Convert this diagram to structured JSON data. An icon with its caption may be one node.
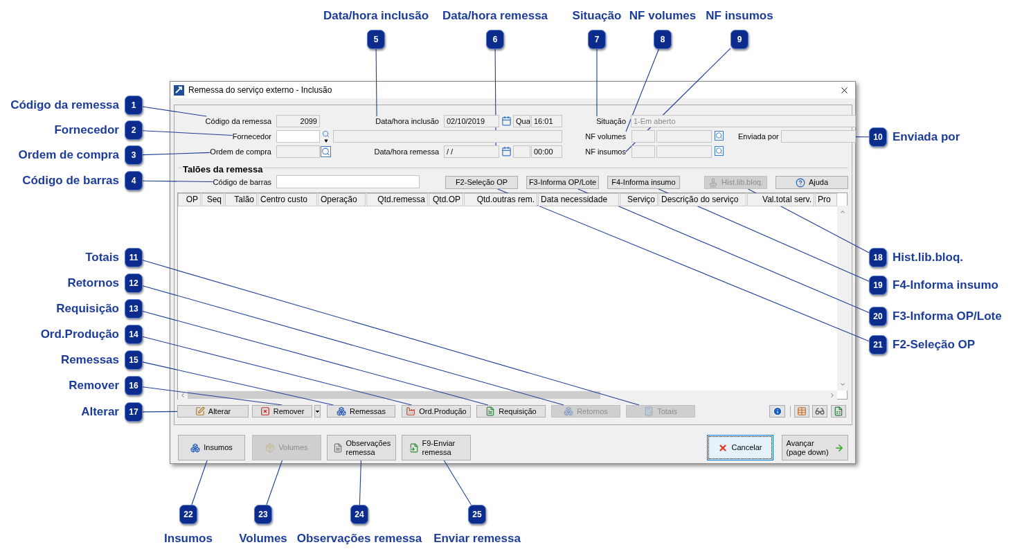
{
  "diagram": {
    "nodes": [
      {
        "text": [
          "Remessa do serviço externo - Inclusão"
        ]
      },
      {
        "text": [
          "Código da remessa"
        ],
        "in": 0
      },
      {
        "text": [
          "2099"
        ],
        "in": 0
      },
      {
        "text": [
          "Data/hora inclusão"
        ],
        "in": 0
      },
      {
        "text": [
          "02/10/2019"
        ],
        "in": 0
      },
      {
        "text": [
          "Qua"
        ],
        "in": 0
      },
      {
        "text": [
          "16:01"
        ],
        "in": 0
      },
      {
        "text": [
          "Situação"
        ],
        "in": 0
      },
      {
        "text": [
          "1-Em aberto"
        ],
        "in": 0
      },
      {
        "text": [
          "Fornecedor"
        ],
        "in": 0
      },
      {
        "text": [
          "NF volumes"
        ],
        "in": 0
      },
      {
        "text": [],
        "shape": "box",
        "in": 0
      },
      {
        "text": [
          "Ordem de compra"
        ],
        "in": 0
      },
      {
        "text": [
          "/ /"
        ],
        "in": 0
      },
      {
        "text": [
          "00:00"
        ],
        "in": 0
      },
      {
        "text": [
          "NF insumos"
        ],
        "in": 0
      },
      {
        "text": [
          "Código de barras"
        ],
        "in": 0
      },
      {
        "text": [
          "F2-Seleção OP"
        ],
        "in": 0
      },
      {
        "text": [
          "F3-Informa OP/Lote"
        ],
        "in": 0
      },
      {
        "text": [
          "F4-Informa insumo"
        ],
        "in": 0
      },
      {
        "text": [
          "Hist.lib.bloq."
        ],
        "in": 0
      },
      {
        "text": [
          "Ajuda"
        ],
        "in": 0
      },
      {
        "text": [
          "Alterar"
        ],
        "in": 0
      },
      {
        "text": [
          "Remover"
        ],
        "in": 0
      },
      {
        "text": [
          "Remessas"
        ],
        "in": 0
      },
      {
        "text": [
          "Ord.Produção"
        ],
        "in": 0
      },
      {
        "text": [
          "Requisição"
        ],
        "in": 0
      },
      {
        "text": [
          "Retornos"
        ],
        "in": 0
      },
      {
        "text": [
          "Totais"
        ],
        "in": 0
      },
      {
        "text": [
          "Insumos"
        ],
        "in": 0
      },
      {
        "text": [
          "Volumes"
        ],
        "in": 0
      },
      {
        "text": [
          "Observações remessa"
        ],
        "in": 0
      },
      {
        "text": [
          "F9-Enviar remessa"
        ],
        "in": 0
      },
      {
        "text": [
          "Cancelar"
        ],
        "in": 0
      },
      {
        "text": [
          "Avançar (page down)"
        ],
        "in": 0
      },
      {
        "text": [
          "1"
        ],
        "beside": [
          "Código da remessa"
        ]
      },
      {
        "text": [
          "2"
        ],
        "beside": [
          "Fornecedor"
        ]
      },
      {
        "text": [
          "3"
        ],
        "beside": [
          "Ordem de compra"
        ]
      },
      {
        "text": [
          "4"
        ],
        "beside": [
          "Código de barras"
        ]
      },
      {
        "text": [
          "5"
        ],
        "beside": [
          "Data/hora inclusão"
        ]
      },
      {
        "text": [
          "6"
        ],
        "beside": [
          "Data/hora remessa"
        ]
      },
      {
        "text": [
          "7"
        ],
        "beside": [
          "Situação"
        ]
      },
      {
        "text": [
          "8"
        ],
        "beside": [
          "NF volumes"
        ]
      },
      {
        "text": [
          "9"
        ],
        "beside": [
          "NF insumos"
        ]
      },
      {
        "text": [
          "10"
        ],
        "beside": [
          "Enviada por"
        ]
      },
      {
        "text": [
          "11"
        ],
        "beside": [
          "Totais"
        ]
      },
      {
        "text": [
          "12"
        ],
        "beside": [
          "Retornos"
        ]
      },
      {
        "text": [
          "13"
        ],
        "beside": [
          "Requisição"
        ]
      },
      {
        "text": [
          "14"
        ],
        "beside": [
          "Ord.Produção"
        ]
      },
      {
        "text": [
          "15"
        ],
        "beside": [
          "Remessas"
        ]
      },
      {
        "text": [
          "16"
        ],
        "beside": [
          "Remover"
        ]
      },
      {
        "text": [
          "17"
        ],
        "beside": [
          "Alterar"
        ]
      },
      {
        "text": [
          "18"
        ],
        "beside": [
          "Hist.lib.bloq."
        ]
      },
      {
        "text": [
          "19"
        ],
        "beside": [
          "F4-Informa insumo"
        ]
      },
      {
        "text": [
          "20"
        ],
        "beside": [
          "F3-Informa OP/Lote"
        ]
      },
      {
        "text": [
          "21"
        ],
        "beside": [
          "F2-Seleção OP"
        ]
      },
      {
        "text": [
          "22"
        ],
        "beside": [
          "Insumos"
        ]
      },
      {
        "text": [
          "23"
        ],
        "beside": [
          "Volumes"
        ]
      },
      {
        "text": [
          "24"
        ],
        "beside": [
          "Observações remessa"
        ]
      },
      {
        "text": [
          "25"
        ],
        "beside": [
          "Enviar remessa"
        ]
      },
      {
        "text": [],
        "shape": "box",
        "in": 0
      },
      {
        "text": [],
        "shape": "box",
        "in": 0
      },
      {
        "text": [],
        "shape": "box",
        "in": 0
      },
      {
        "text": [],
        "shape": "box",
        "in": 0
      },
      {
        "text": [],
        "shape": "box",
        "in": 0
      },
      {
        "text": [],
        "shape": "box",
        "in": 0
      },
      {
        "text": [],
        "shape": "box",
        "in": 0
      },
      {
        "text": [],
        "shape": "box",
        "in": 0
      },
      {
        "text": [],
        "shape": "box",
        "in": 0
      }
    ],
    "edges": [
      {
        "from": 35,
        "to": 1,
        "arrow": "none"
      },
      {
        "from": 36,
        "to": 9,
        "arrow": "none"
      },
      {
        "from": 37,
        "to": 12,
        "arrow": "none"
      },
      {
        "from": 38,
        "to": 16,
        "arrow": "none"
      },
      {
        "from": 39,
        "to": 3,
        "arrow": "none"
      },
      {
        "from": 40,
        "to": 13,
        "arrow": "none"
      },
      {
        "from": 41,
        "to": 7,
        "arrow": "none"
      },
      {
        "from": 42,
        "to": 10,
        "arrow": "none"
      },
      {
        "from": 43,
        "to": 15,
        "arrow": "none"
      },
      {
        "from": 44,
        "to": 11,
        "arrow": "none"
      },
      {
        "from": 45,
        "to": 28,
        "arrow": "none"
      },
      {
        "from": 46,
        "to": 27,
        "arrow": "none"
      },
      {
        "from": 47,
        "to": 26,
        "arrow": "none"
      },
      {
        "from": 48,
        "to": 25,
        "arrow": "none"
      },
      {
        "from": 49,
        "to": 24,
        "arrow": "none"
      },
      {
        "from": 50,
        "to": 23,
        "arrow": "none"
      },
      {
        "from": 51,
        "to": 22,
        "arrow": "none"
      },
      {
        "from": 52,
        "to": 20,
        "arrow": "none"
      },
      {
        "from": 53,
        "to": 19,
        "arrow": "none"
      },
      {
        "from": 54,
        "to": 18,
        "arrow": "none"
      },
      {
        "from": 55,
        "to": 17,
        "arrow": "none"
      },
      {
        "from": 56,
        "to": 29,
        "arrow": "none"
      },
      {
        "from": 57,
        "to": 30,
        "arrow": "none"
      },
      {
        "from": 58,
        "to": 31,
        "arrow": "none"
      },
      {
        "from": 59,
        "to": 32,
        "arrow": "none"
      }
    ],
    "labels": [
      "Data/hora remessa",
      "Enviada por",
      "Talões da remessa",
      "OP",
      "Seq",
      "Talão",
      "Centro custo",
      "Operação",
      "Qtd.remessa",
      "Qtd.OP",
      "Qtd.outras rem.",
      "Data necessidade",
      "Serviço",
      "Descrição do serviço",
      "Val.total serv.",
      "Pro"
    ]
  }
}
